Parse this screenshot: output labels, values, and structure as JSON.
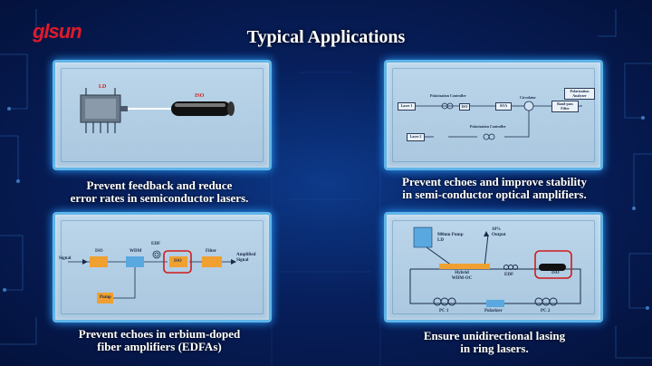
{
  "brand": {
    "logo_text": "glsun",
    "logo_color": "#e01a2a"
  },
  "title": "Typical Applications",
  "colors": {
    "panel_border": "#5fb4e8",
    "background": "#071f5c",
    "highlight": "#d01a1a",
    "orange": "#f0a030"
  },
  "panels": [
    {
      "caption_line1": "Prevent feedback and reduce",
      "caption_line2": "error rates in semiconductor lasers.",
      "labels": {
        "ld": "LD",
        "iso": "ISO"
      }
    },
    {
      "caption_line1": "Prevent echoes and improve stability",
      "caption_line2": "in semi-conductor optical amplifiers.",
      "labels": {
        "laser1": "Laser 1",
        "pol_ctrl1": "Polarization Controller",
        "iso": "ISO",
        "soa": "SOA",
        "circulator": "Circulator",
        "bandpass": "Band-pass Filter",
        "pol_analyzer": "Polarization Analyzer",
        "laser2": "Laser 2",
        "pol_ctrl2": "Polarization Controller"
      }
    },
    {
      "caption_line1": "Prevent echoes in erbium-doped",
      "caption_line2": "fiber amplifiers (EDFAs)",
      "labels": {
        "signal": "Signal",
        "iso1": "ISO",
        "wdm": "WDM",
        "edf": "EDF",
        "iso2": "ISO",
        "filter": "Filter",
        "amplified": "Amplified Signal",
        "pump": "Pump"
      }
    },
    {
      "caption_line1": "Ensure unidirectional lasing",
      "caption_line2": "in ring lasers.",
      "labels": {
        "pump_ld": "980nm Pump LD",
        "output": "10% Output",
        "hybrid": "Hybrid WDM-OC",
        "edf": "EDF",
        "iso": "ISO",
        "pc1": "PC 1",
        "polarizer": "Polarizer",
        "pc2": "PC 2"
      }
    }
  ]
}
